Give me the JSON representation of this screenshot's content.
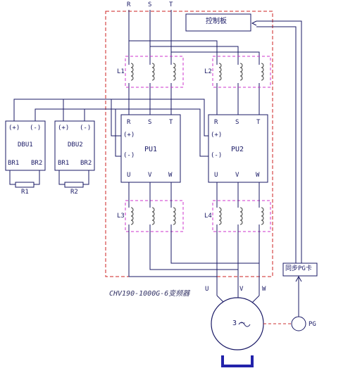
{
  "mains": {
    "r": "R",
    "s": "S",
    "t": "T"
  },
  "control_board": "控制板",
  "reactors": {
    "l1": "L1",
    "l2": "L2",
    "l3": "L3",
    "l4": "L4"
  },
  "dbu1": {
    "name": "DBU1",
    "plus": "(+)",
    "minus": "(-)",
    "br1": "BR1",
    "br2": "BR2",
    "resistor": "R1"
  },
  "dbu2": {
    "name": "DBU2",
    "plus": "(+)",
    "minus": "(-)",
    "br1": "BR1",
    "br2": "BR2",
    "resistor": "R2"
  },
  "pu1": {
    "name": "PU1",
    "r": "R",
    "s": "S",
    "t": "T",
    "plus": "(+)",
    "minus": "(-)",
    "u": "U",
    "v": "V",
    "w": "W"
  },
  "pu2": {
    "name": "PU2",
    "r": "R",
    "s": "S",
    "t": "T",
    "plus": "(+)",
    "minus": "(-)",
    "u": "U",
    "v": "V",
    "w": "W"
  },
  "inverter_caption": "CHV190-1000G-6变频器",
  "pg_card": "同步PG卡",
  "motor": {
    "u": "U",
    "v": "V",
    "w": "W",
    "symbol": "3 ~"
  },
  "pg": "PG",
  "colors": {
    "wire": "#1a1a66",
    "dashed_box": "#cc2222",
    "reactor_box": "#cc33cc",
    "coil": "#444444",
    "base": "#2222aa"
  }
}
